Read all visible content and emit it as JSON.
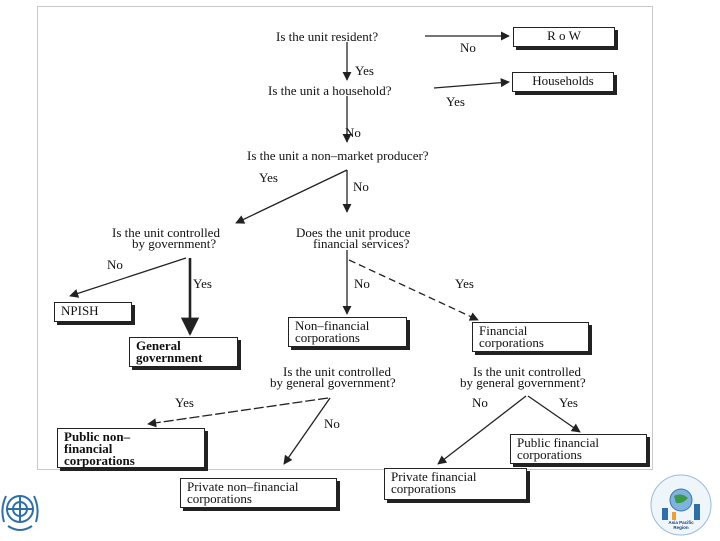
{
  "diagram": {
    "questions": {
      "q1": "Is the unit resident?",
      "q2": "Is the unit a household?",
      "q3": "Is the unit a non–market producer?",
      "q4_line1": "Is the unit controlled",
      "q4_line2": "by government?",
      "q5_line1": "Does the unit produce",
      "q5_line2": "financial services?",
      "q6_line1": "Is the unit controlled",
      "q6_line2": "by general government?",
      "q7_line1": "Is the unit controlled",
      "q7_line2": "by general government?"
    },
    "answers": {
      "a_q1_no": "No",
      "a_q1_yes": "Yes",
      "a_q2_yes": "Yes",
      "a_q2_no": "No",
      "a_q3_yes": "Yes",
      "a_q3_no": "No",
      "a_q4_no": "No",
      "a_q4_yes": "Yes",
      "a_q5_no": "No",
      "a_q5_yes": "Yes",
      "a_q6_yes": "Yes",
      "a_q6_no": "No",
      "a_q7_no": "No",
      "a_q7_yes": "Yes"
    },
    "boxes": {
      "row": "R o W",
      "households": "Households",
      "npish": "NPISH",
      "general_gov_1": "General",
      "general_gov_2": "government",
      "nonfin_1": "Non–financial",
      "nonfin_2": "corporations",
      "fin_1": "Financial",
      "fin_2": "corporations",
      "public_nonfin_1": "Public non–",
      "public_nonfin_2": "financial",
      "public_nonfin_3": "corporations",
      "private_nonfin_1": "Private non–financial",
      "private_nonfin_2": "corporations",
      "private_fin_1": "Private financial",
      "private_fin_2": "corporations",
      "public_fin_1": "Public financial",
      "public_fin_2": "corporations"
    }
  },
  "footer": {
    "logo_caption_1": "Asia Pacific",
    "logo_caption_2": "Region"
  },
  "colors": {
    "line": "#222222",
    "un_blue": "#2d6fa8",
    "frame": "#c9c9c9"
  }
}
